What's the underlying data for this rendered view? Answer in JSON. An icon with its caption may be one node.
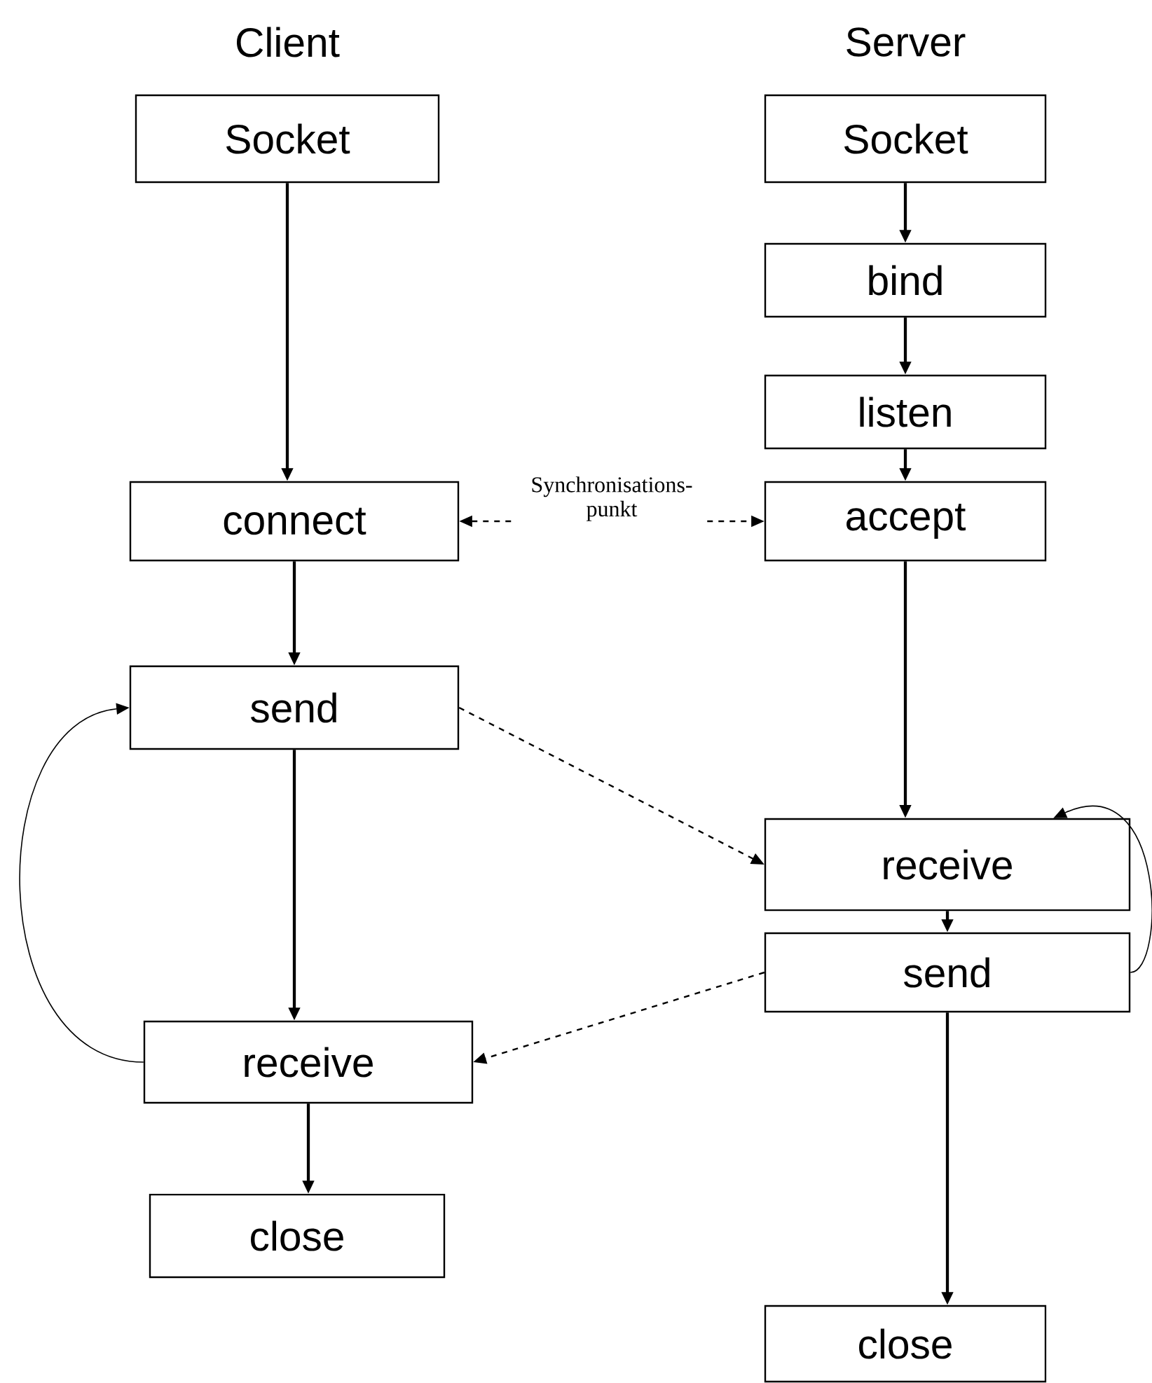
{
  "diagram": {
    "nodes": [
      {
        "text": [
          "Socket"
        ]
      },
      {
        "text": [
          "connect"
        ]
      },
      {
        "text": [
          "send"
        ]
      },
      {
        "text": [
          "receive"
        ]
      },
      {
        "text": [
          "close"
        ]
      },
      {
        "text": [
          "Socket"
        ]
      },
      {
        "text": [
          "bind"
        ]
      },
      {
        "text": [
          "listen"
        ]
      },
      {
        "text": [
          "accept"
        ]
      },
      {
        "text": [
          "receive"
        ]
      },
      {
        "text": [
          "send"
        ]
      },
      {
        "text": [
          "close"
        ]
      }
    ],
    "edges": [
      {
        "from": 0,
        "to": 1,
        "arrow": "to"
      },
      {
        "from": 1,
        "to": 2,
        "arrow": "to"
      },
      {
        "from": 2,
        "to": 3,
        "arrow": "to"
      },
      {
        "from": 3,
        "to": 4,
        "arrow": "to"
      },
      {
        "from": 5,
        "to": 6,
        "arrow": "to"
      },
      {
        "from": 6,
        "to": 7,
        "arrow": "to"
      },
      {
        "from": 7,
        "to": 8,
        "arrow": "to"
      },
      {
        "from": 8,
        "to": 9,
        "arrow": "to"
      },
      {
        "from": 9,
        "to": 10,
        "arrow": "to"
      },
      {
        "from": 10,
        "to": 11,
        "arrow": "to"
      },
      {
        "from": 1,
        "to": 8,
        "arrow": "both",
        "style": "dashed",
        "label": "Synchronisations- punkt"
      },
      {
        "from": 2,
        "to": 9,
        "arrow": "to",
        "style": "dashed"
      },
      {
        "from": 10,
        "to": 3,
        "arrow": "to",
        "style": "dashed"
      },
      {
        "from": 3,
        "to": 2,
        "arrow": "to"
      },
      {
        "from": 10,
        "to": 9,
        "arrow": "to"
      }
    ],
    "labels": [
      "Client",
      "Server"
    ]
  }
}
